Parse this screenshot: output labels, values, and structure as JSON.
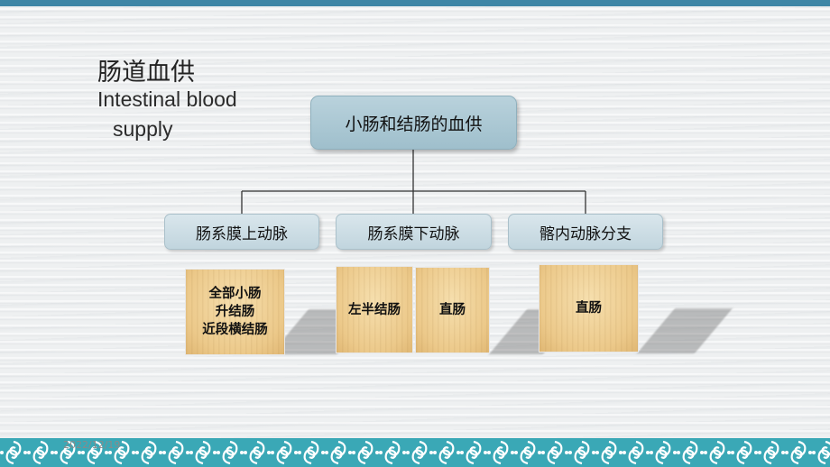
{
  "slide": {
    "title": "肠道血供",
    "subtitle_line1": "Intestinal blood",
    "subtitle_line2": "supply",
    "date": "2022/12/19"
  },
  "diagram": {
    "root": "小肠和结肠的血供",
    "branches": [
      {
        "label": "肠系膜上动脉"
      },
      {
        "label": "肠系膜下动脉"
      },
      {
        "label": "髂内动脉分支"
      }
    ],
    "cards": [
      {
        "text": "全部小肠\n升结肠\n近段横结肠"
      },
      {
        "text": "左半结肠"
      },
      {
        "text": "直肠"
      },
      {
        "text": "直肠"
      }
    ]
  },
  "colors": {
    "top_bar": "#3e86a6",
    "bottom_band": "#3aa8b6",
    "root_fill": "#a9c7d3",
    "branch_fill": "#cfdfe6",
    "card_fill": "#ecc98a"
  }
}
